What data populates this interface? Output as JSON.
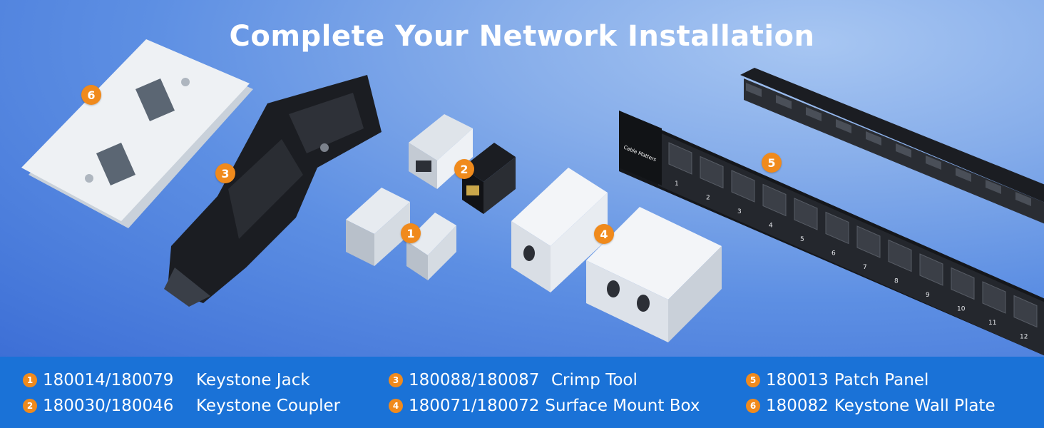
{
  "headline": "Complete Your Network Installation",
  "badges": [
    "1",
    "2",
    "3",
    "4",
    "5",
    "6"
  ],
  "legend": [
    {
      "num": "1",
      "code": "180014/180079",
      "name": "Keystone Jack"
    },
    {
      "num": "2",
      "code": "180030/180046",
      "name": "Keystone Coupler"
    },
    {
      "num": "3",
      "code": "180088/180087",
      "name": "Crimp Tool"
    },
    {
      "num": "4",
      "code": "180071/180072",
      "name": "Surface Mount Box"
    },
    {
      "num": "5",
      "code": "180013",
      "name": "Patch Panel"
    },
    {
      "num": "6",
      "code": "180082",
      "name": "Keystone Wall Plate"
    }
  ],
  "panel_port_labels": [
    "1",
    "2",
    "3",
    "4",
    "5",
    "6",
    "7",
    "8",
    "9",
    "10",
    "11",
    "12"
  ],
  "brand_text": "Cable Matters",
  "colors": {
    "accent": "#f08a1c",
    "legend_bar": "#1a72d7",
    "background": "#5d8fe3"
  }
}
